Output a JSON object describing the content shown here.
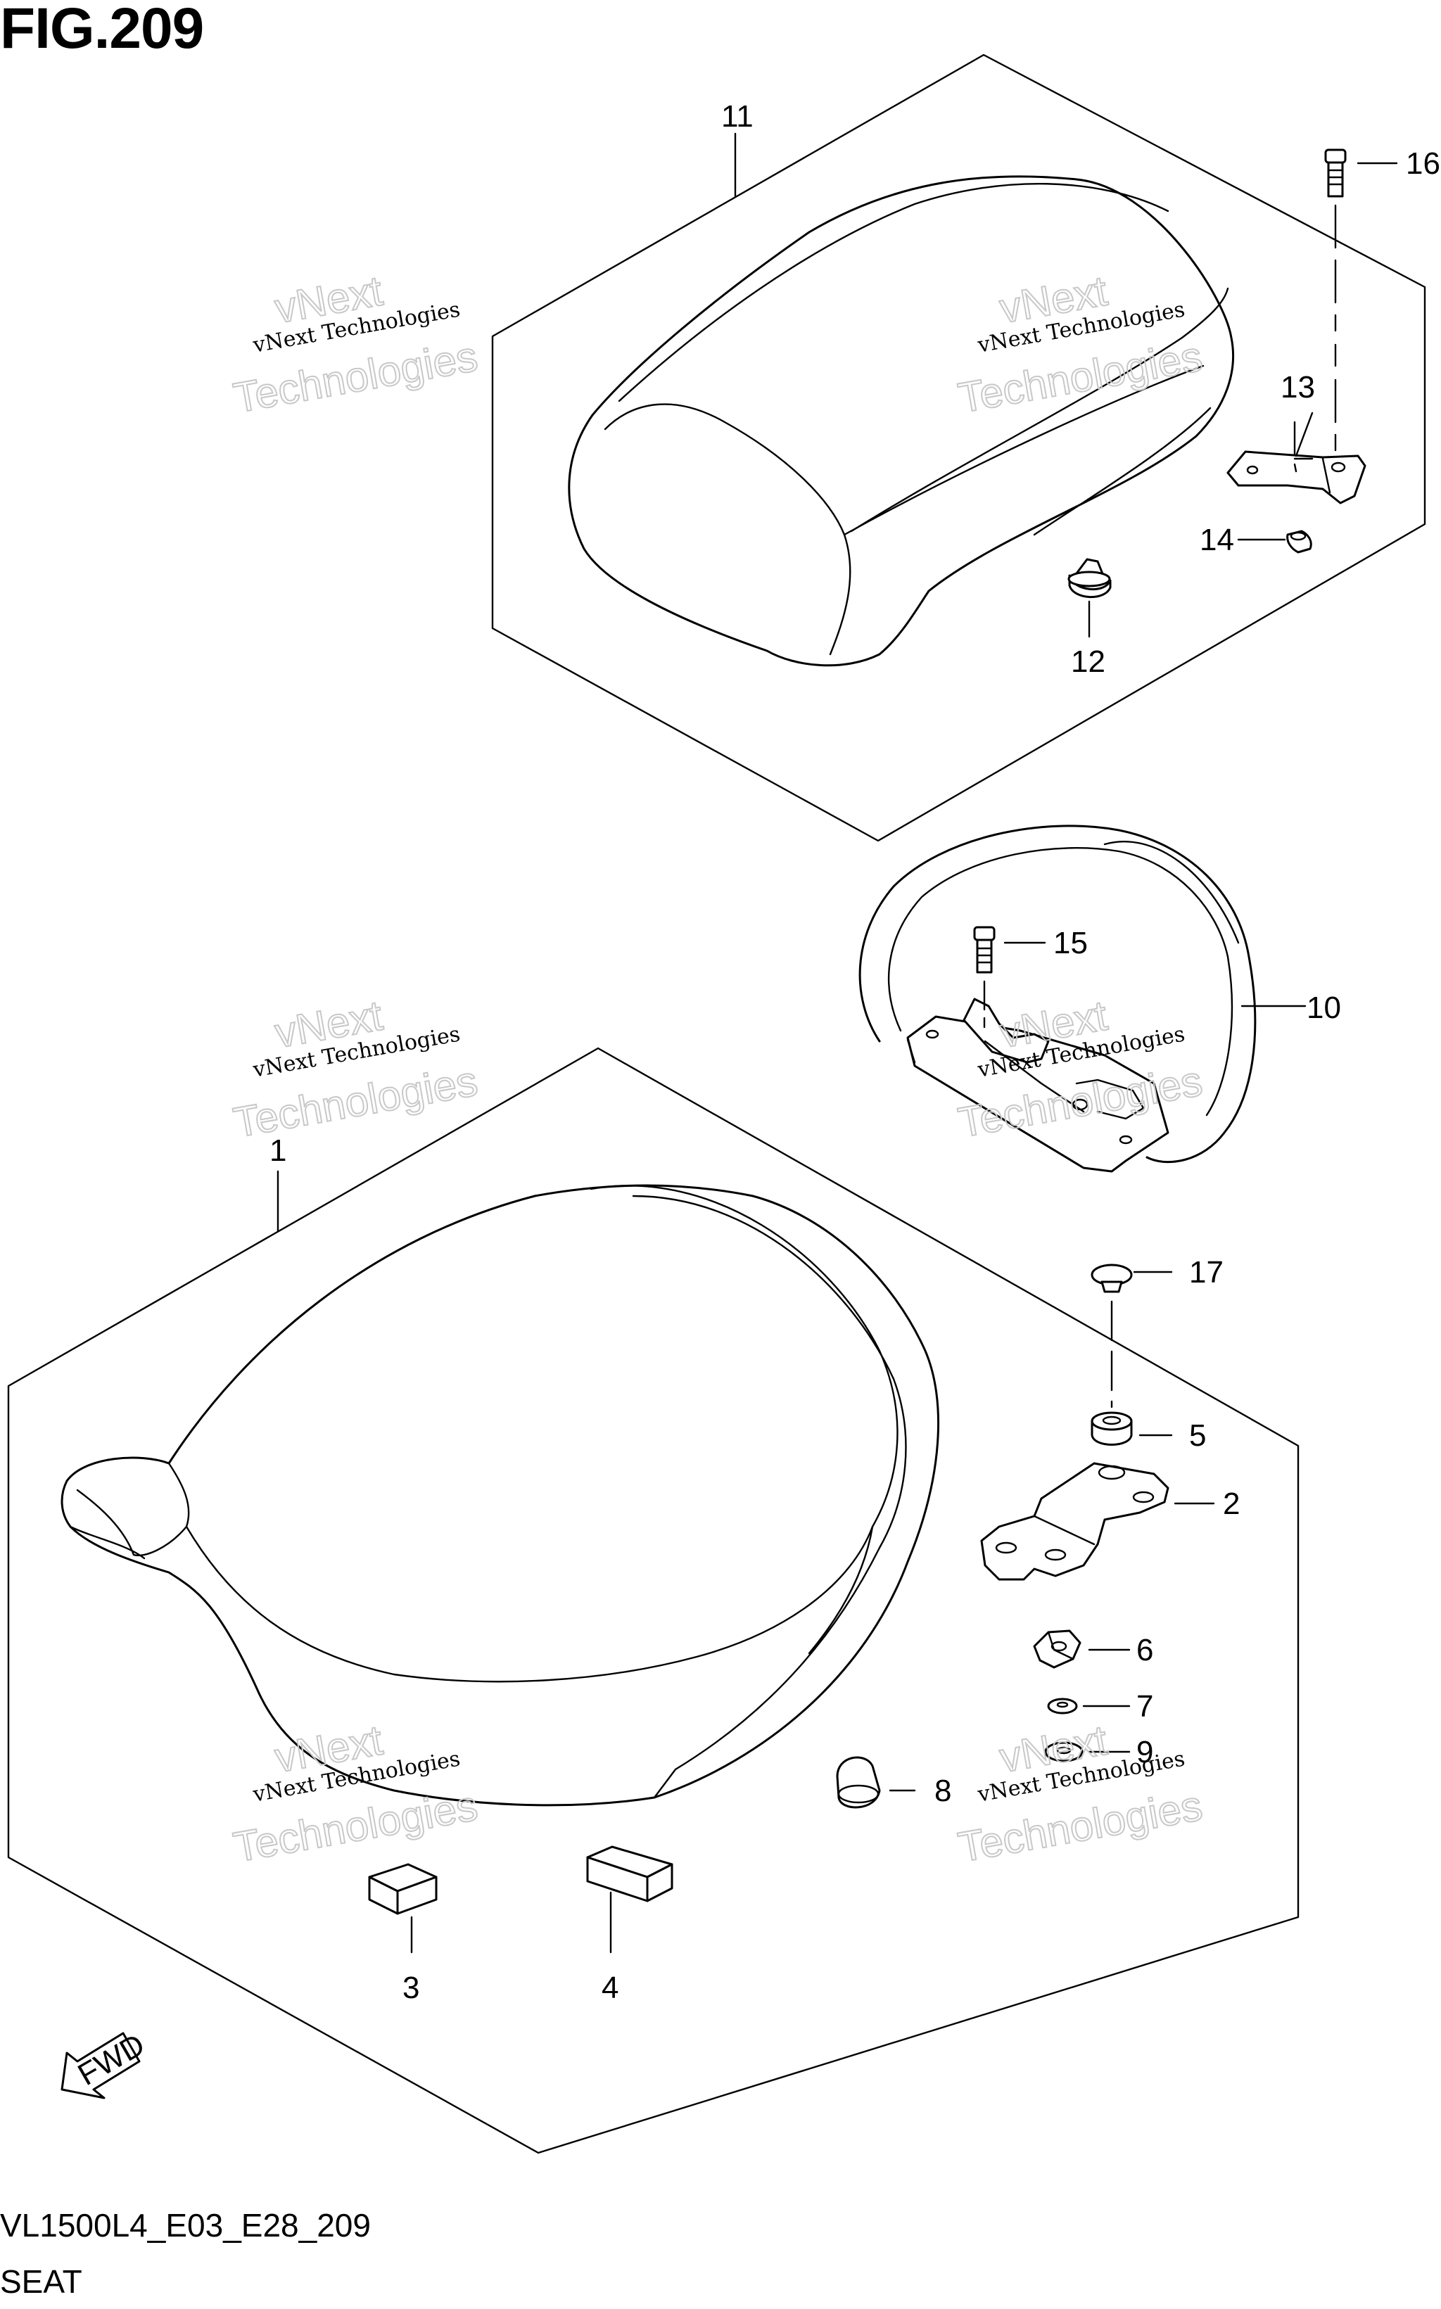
{
  "figure": {
    "title": "FIG.209",
    "model_code": "VL1500L4_E03_E28_209",
    "section_name": "SEAT"
  },
  "callouts": [
    {
      "id": "1",
      "label": "1"
    },
    {
      "id": "2",
      "label": "2"
    },
    {
      "id": "3",
      "label": "3"
    },
    {
      "id": "4",
      "label": "4"
    },
    {
      "id": "5",
      "label": "5"
    },
    {
      "id": "6",
      "label": "6"
    },
    {
      "id": "7",
      "label": "7"
    },
    {
      "id": "8",
      "label": "8"
    },
    {
      "id": "9",
      "label": "9"
    },
    {
      "id": "10",
      "label": "10"
    },
    {
      "id": "11",
      "label": "11"
    },
    {
      "id": "12",
      "label": "12"
    },
    {
      "id": "13",
      "label": "13"
    },
    {
      "id": "14",
      "label": "14"
    },
    {
      "id": "15",
      "label": "15"
    },
    {
      "id": "16",
      "label": "16"
    },
    {
      "id": "17",
      "label": "17"
    }
  ],
  "watermark": {
    "line1": "vNext Technologies",
    "line2": "Technologies",
    "line3": "vNext"
  },
  "fwd_arrow": {
    "label": "FWD"
  }
}
